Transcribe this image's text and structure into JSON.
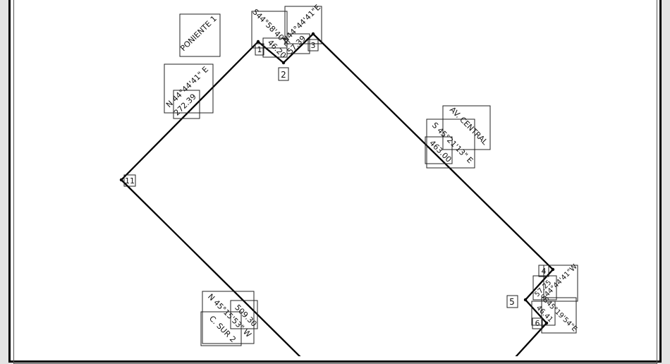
{
  "vertices": [
    {
      "id": "1",
      "label": "1"
    },
    {
      "id": "2",
      "label": "2"
    },
    {
      "id": "3",
      "label": "3"
    },
    {
      "id": "4",
      "label": "4"
    },
    {
      "id": "5",
      "label": "5"
    },
    {
      "id": "6",
      "label": "6"
    },
    {
      "id": "11",
      "label": "11"
    }
  ],
  "labels": {
    "street_west": "PONIENTE 1",
    "street_east": "AV. CENTRAL",
    "street_south": "C. SUR 2",
    "nw_bearing": "N 44°44'41\" E",
    "nw_distance": "272.39",
    "top_left_bearing": "S44°58'40\"E",
    "top_left_distance": "46.20",
    "top_right_bearing": "N44°44'41\"E",
    "top_right_distance": "57.39",
    "ne_bearing": "S 45°21'13\" E",
    "ne_distance": "463.00",
    "se_upper_bearing": "S44°44'41\"W",
    "se_upper_distance": "57.25",
    "se_lower_bearing": "S45°19'54\"E",
    "se_lower_distance": "46.41",
    "sw_bearing": "N 45°15'53\" W",
    "sw_distance": "509.30"
  }
}
